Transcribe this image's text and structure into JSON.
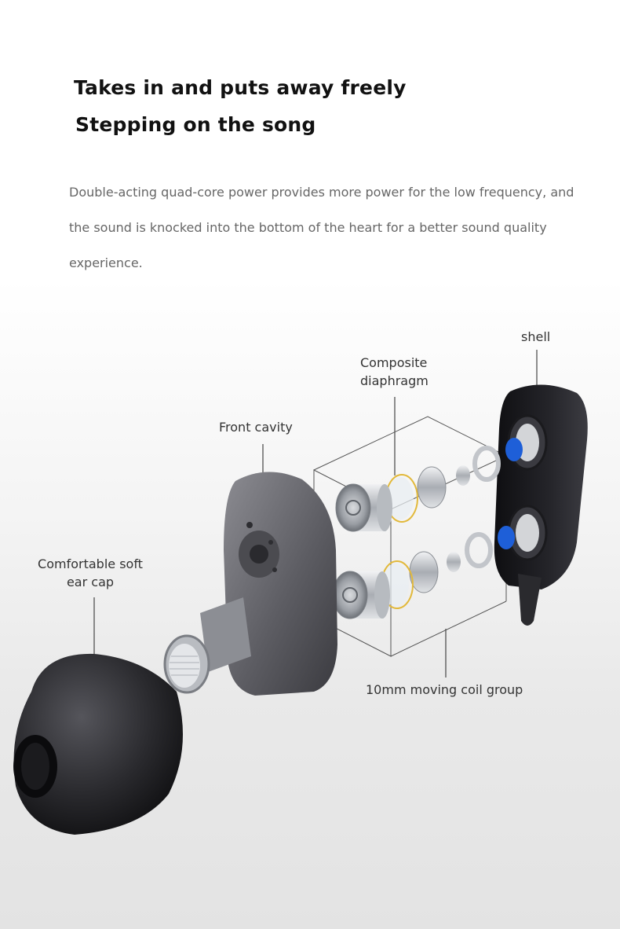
{
  "header": {
    "headline_1": "Takes in and puts away freely",
    "headline_2": "Stepping on the song"
  },
  "description": {
    "line_1": "Double-acting quad-core power provides more power for the low frequency, and",
    "line_2": "the sound is knocked into the bottom of the heart for a better sound quality",
    "line_3": "experience."
  },
  "callouts": {
    "shell": "shell",
    "diaphragm_line_1": "Composite",
    "diaphragm_line_2": "diaphragm",
    "front_cavity": "Front cavity",
    "ear_cap_line_1": "Comfortable soft",
    "ear_cap_line_2": "ear cap",
    "coil_group": "10mm moving coil group"
  },
  "colors": {
    "shell": "#1c1c20",
    "front_cavity": "#6a6a70",
    "ear_cap": "#2a2a2e",
    "diaphragm_ring": "#e2b93b",
    "blue_part": "#1e5fd8",
    "metal": "#c9ccd1"
  }
}
